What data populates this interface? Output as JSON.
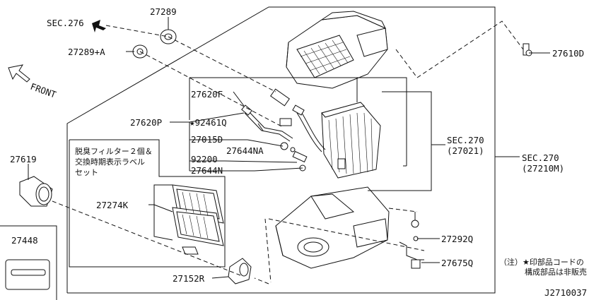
{
  "labels": {
    "sec276": "SEC.276",
    "p27289": "27289",
    "p27289a": "27289+A",
    "front": "FRONT",
    "p27620f": "27620F",
    "p27620p": "27620P",
    "p92461q": "★92461Q",
    "p27015d": "27015D",
    "p92200": "92200",
    "p27644na": "27644NA",
    "p27644n": "27644N",
    "sec270a": "SEC.270",
    "sec270a_sub": "(27021)",
    "sec270b": "SEC.270",
    "sec270b_sub": "(27210M)",
    "p27610d": "27610D",
    "p27619": "27619",
    "p27448": "27448",
    "p27274k": "27274K",
    "p27152r": "27152R",
    "p27292q": "27292Q",
    "p27675q": "27675Q",
    "filter_note_1": "脱臭フィルター２個＆",
    "filter_note_2": "交換時期表示ラベル",
    "filter_note_3": "セット",
    "footnote_1": "（注）★印部品コードの",
    "footnote_2": "構成部品は非販売",
    "diagram_code": "J2710037"
  }
}
